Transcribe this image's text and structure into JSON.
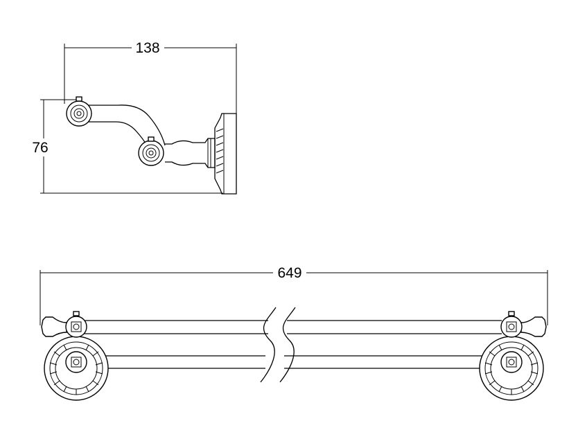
{
  "side_view": {
    "width_dimension": "138",
    "height_dimension": "76"
  },
  "front_view": {
    "length_dimension": "649"
  }
}
